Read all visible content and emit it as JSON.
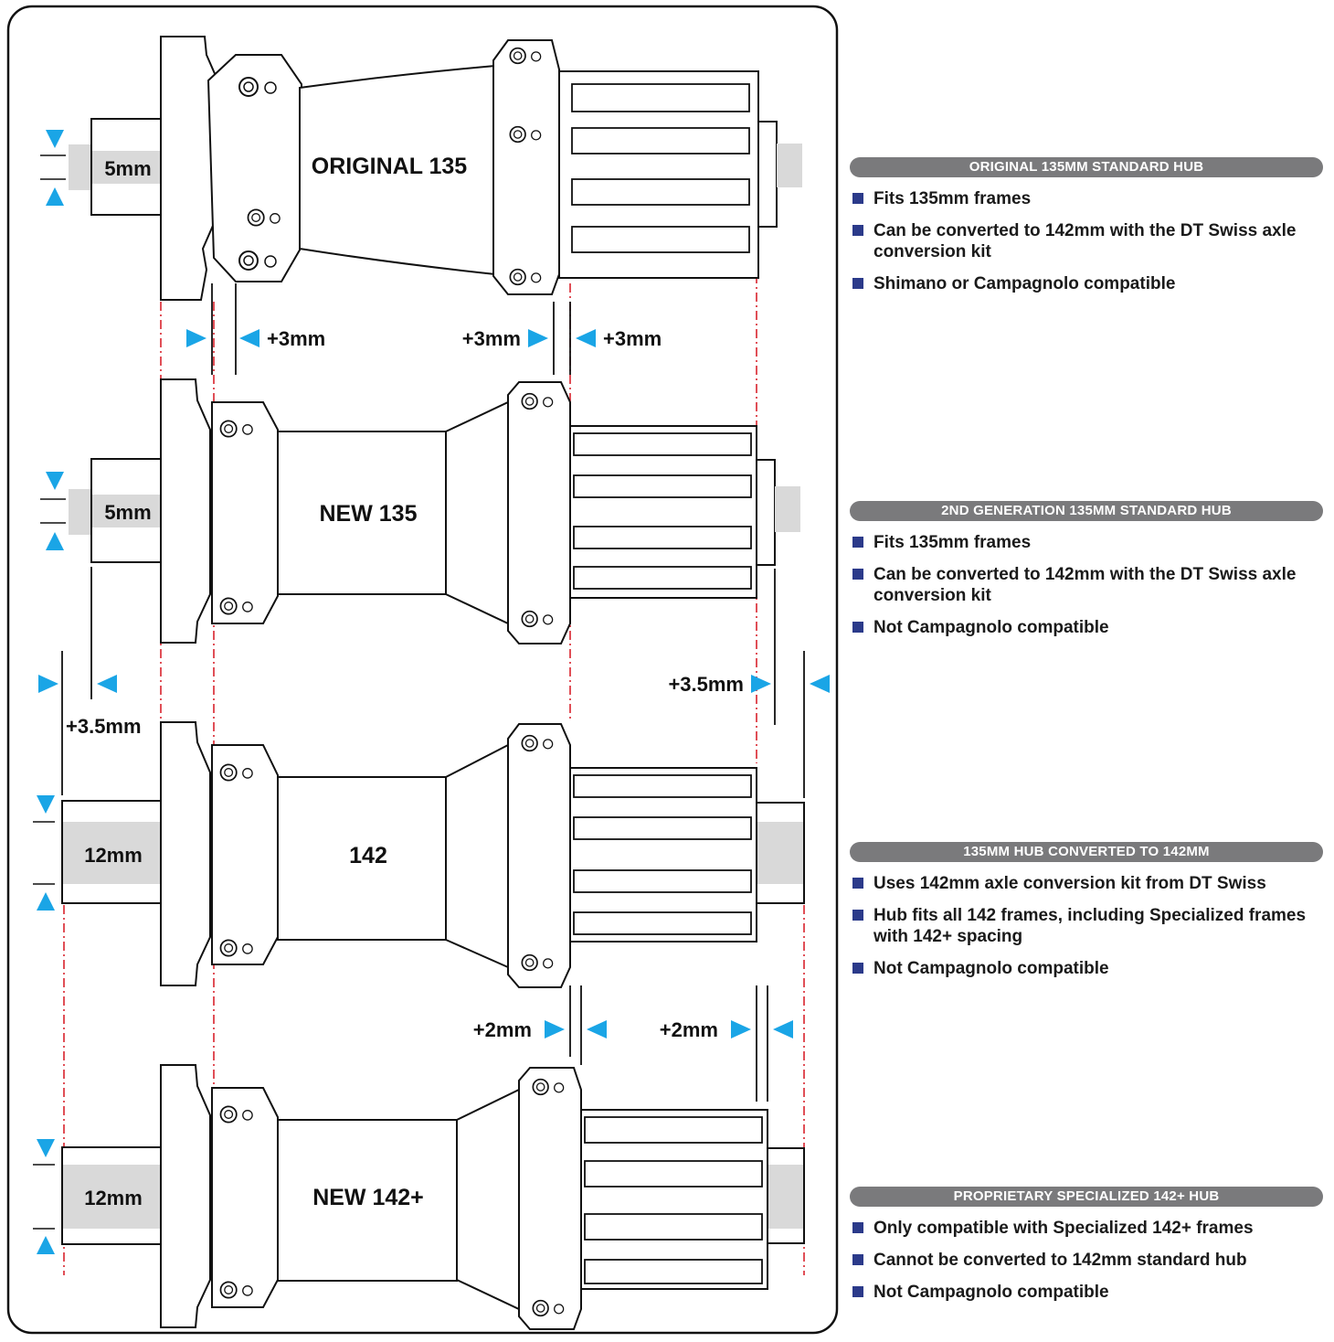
{
  "hubs": [
    {
      "label": "ORIGINAL 135",
      "axle_label": "5mm"
    },
    {
      "label": "NEW 135",
      "axle_label": "5mm"
    },
    {
      "label": "142",
      "axle_label": "12mm"
    },
    {
      "label": "NEW 142+",
      "axle_label": "12mm"
    }
  ],
  "spacings": {
    "row1_left": "+3mm",
    "row1_mid": "+3mm",
    "row1_right": "+3mm",
    "row2_left": "+3.5mm",
    "row2_right": "+3.5mm",
    "row3_left": "+2mm",
    "row3_right": "+2mm"
  },
  "panels": [
    {
      "title": "ORIGINAL 135MM STANDARD HUB",
      "items": [
        "Fits 135mm frames",
        "Can be converted to 142mm with the DT Swiss axle conversion kit",
        "Shimano or Campagnolo compatible"
      ]
    },
    {
      "title": "2ND GENERATION 135MM STANDARD HUB",
      "items": [
        "Fits 135mm frames",
        "Can be converted to 142mm with the DT Swiss axle conversion kit",
        "Not Campagnolo compatible"
      ]
    },
    {
      "title": "135MM HUB CONVERTED TO 142MM",
      "items": [
        "Uses 142mm axle conversion kit from DT Swiss",
        "Hub fits all 142 frames, including Specialized frames with 142+ spacing",
        "Not Campagnolo compatible"
      ]
    },
    {
      "title": "PROPRIETARY SPECIALIZED 142+ HUB",
      "items": [
        "Only compatible with Specialized 142+ frames",
        "Cannot be converted to 142mm standard hub",
        "Not Campagnolo compatible"
      ]
    }
  ],
  "colors": {
    "arrow": "#1aa5e6",
    "guide": "#d9232d",
    "bullet": "#2b3a8a",
    "title_bg": "#7a7a7c",
    "axle_fill": "#d9d9d9"
  }
}
